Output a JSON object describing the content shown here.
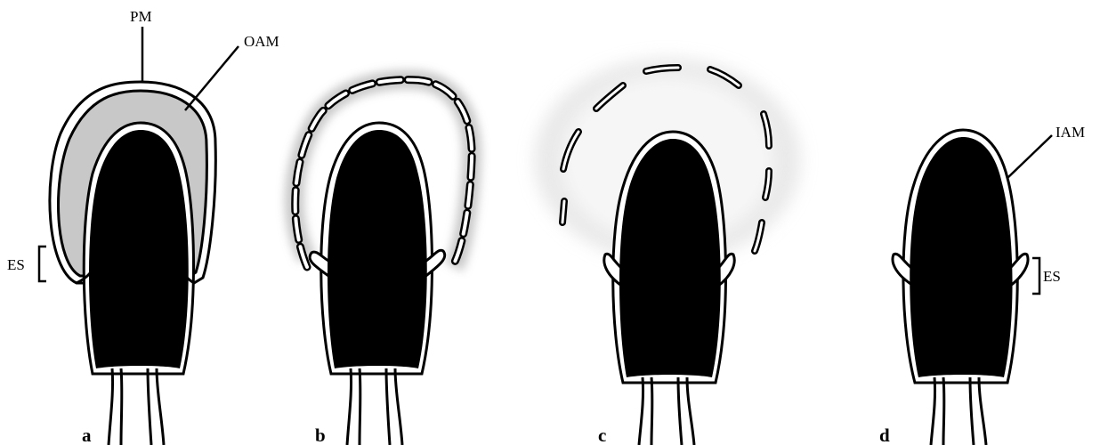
{
  "labels": {
    "pm": "PM",
    "oam": "OAM",
    "es_a": "ES",
    "iam": "IAM",
    "es_d": "ES"
  },
  "panels": [
    "a",
    "b",
    "c",
    "d"
  ],
  "colors": {
    "nucleus": "#000000",
    "acrosome_fill": "#c8c8c8",
    "outline": "#000000",
    "membrane_fill": "#ffffff",
    "halo": "#bdbdbd"
  }
}
